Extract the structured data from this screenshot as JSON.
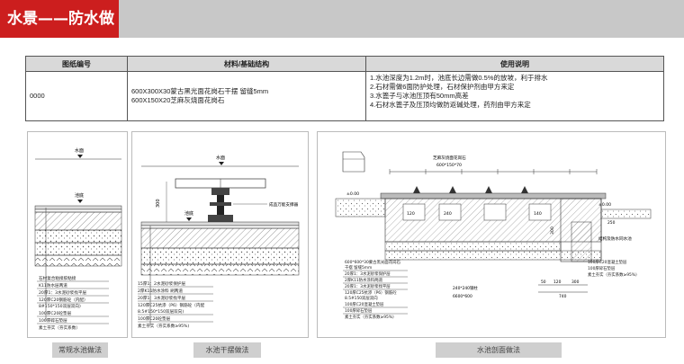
{
  "header": {
    "title": "水景——防水做法"
  },
  "table": {
    "headers": [
      "图纸编号",
      "材料/基础结构",
      "使用说明"
    ],
    "row": {
      "code": "0000",
      "materials": [
        "600X300X30蒙古黑光面花岗石干摆  留缝5mm",
        "600X150X20芝麻灰烧面花岗石"
      ],
      "notes": [
        "1.水池深度为1.2m时，池底长边需做0.5%的放坡，利于排水",
        "2.石材需做6面防护处理，石材保护剂由甲方来定",
        "3.水篦子与冰池压顶有50mm高差",
        "4.石材水篦子及压顶均做防返碱处理，药剂由甲方来定"
      ]
    }
  },
  "panels": {
    "p1": {
      "caption": "常规水池做法",
      "labels": {
        "water": "水面",
        "floor": "池底"
      },
      "layers": [
        "石材复合粘接胶粘接",
        "K11防水层两道",
        "20厚1：3水泥砂浆找平层",
        "120厚C20钢筋砼（内配）",
        "8#150*150双层双向)",
        "100厚C20砼垫层",
        "100厚碎石垫层",
        "素土夯实（夯实系数）"
      ]
    },
    "p2": {
      "caption": "水池干摆做法",
      "labels": {
        "water": "水面",
        "floor": "池底",
        "dim": "300",
        "support": "成品万能支撑器"
      },
      "layers": [
        "15厚1：2水泥砂浆保护层",
        "2厚K11防水涂料  刷两道",
        "20厚1：3水泥砂浆找平层",
        "120厚C25抗渗（P6）钢筋砼（内配",
        "8.5#150*150双层双向)",
        "100厚C20砼垫层",
        "素土夯实（夯实系数≥95%)"
      ]
    },
    "p3": {
      "caption": "水池剖面做法",
      "labels": {
        "stone": "芝麻灰烧面花岗石",
        "top": "600*150*70",
        "dim_140": "140",
        "dim_120": "120",
        "dim_240": "240",
        "dim_300": "300",
        "level_left": "±0.00",
        "level_right": "±0.00",
        "right_note": "结构及防水同水池",
        "bottom_dim": "240*240钢柱",
        "bottom_dim2": "6600*600",
        "dims_bottom": [
          "50",
          "120",
          "300",
          "740"
        ],
        "dim_250": "250"
      },
      "layers_left": [
        "600*600*30蒙古黑光面花岗石",
        "干摆  留缝5mm",
        "20厚1：3水泥砂浆保护层",
        "2厚K11防水涂料两道",
        "20厚1：3水泥砂浆找平层",
        "120厚C25抗渗（P6）钢筋砼",
        "8.5#150双层双向",
        "100厚C20混凝土垫层",
        "100厚碎石垫层",
        "素土夯实（夯实系数≥95%)"
      ],
      "layers_right": [
        "100厚C20混凝土垫层",
        "100厚碎石垫层",
        "素土夯实（夯实系数≥95%)"
      ]
    }
  }
}
